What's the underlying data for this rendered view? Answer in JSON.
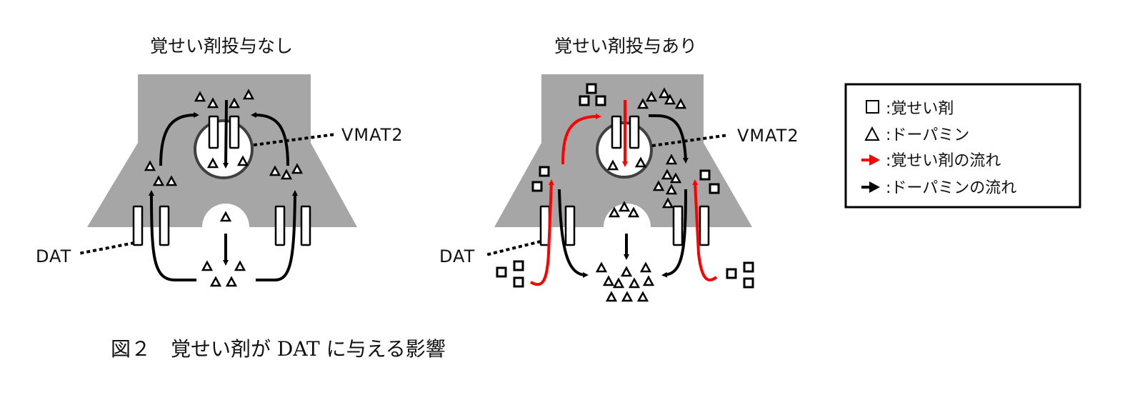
{
  "figure": {
    "caption": "図２　覚せい剤が DAT に与える影響",
    "colors": {
      "membrane": "#a6a6a6",
      "vesicle_outline": "#404040",
      "methamphetamine_flow": "#ff0000",
      "dopamine_flow": "#000000"
    }
  },
  "panels": [
    {
      "id": "without",
      "title": "覚せい剤投与なし",
      "labels": {
        "vmat2": "VMAT2",
        "dat": "DAT"
      }
    },
    {
      "id": "with",
      "title": "覚せい剤投与あり",
      "labels": {
        "vmat2": "VMAT2",
        "dat": "DAT"
      }
    }
  ],
  "legend": {
    "items": [
      {
        "symbol": "square",
        "icon": "square-icon",
        "label": ":覚せい剤"
      },
      {
        "symbol": "triangle",
        "icon": "triangle-icon",
        "label": ":ドーパミン"
      },
      {
        "symbol": "red-arrow",
        "icon": "red-arrow-icon",
        "label": ":覚せい剤の流れ"
      },
      {
        "symbol": "black-arrow",
        "icon": "black-arrow-icon",
        "label": ":ドーパミンの流れ"
      }
    ]
  }
}
